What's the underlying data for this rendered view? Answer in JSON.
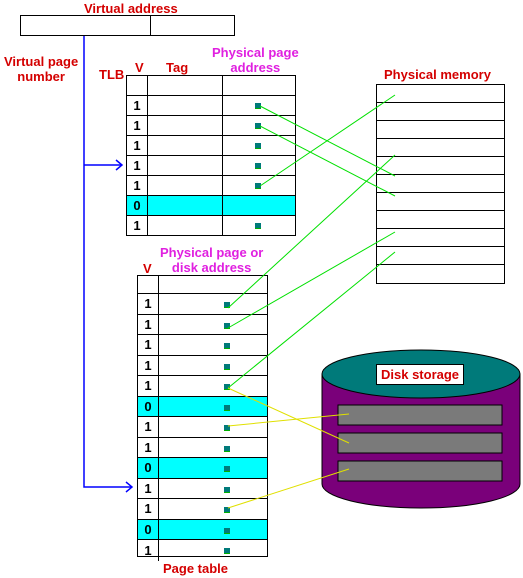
{
  "labels": {
    "virtual_address": "Virtual address",
    "virtual_page_number": "Virtual page\nnumber",
    "tlb": "TLB",
    "tlb_v": "V",
    "tlb_tag": "Tag",
    "tlb_phys": "Physical page\naddress",
    "physical_memory": "Physical memory",
    "pt_header": "Physical page or\ndisk address",
    "pt_v": "V",
    "page_table": "Page table",
    "disk_storage": "Disk storage"
  },
  "tlb_rows": [
    {
      "v": "1",
      "pointer": true
    },
    {
      "v": "1",
      "pointer": true
    },
    {
      "v": "1",
      "pointer": true
    },
    {
      "v": "1",
      "pointer": true
    },
    {
      "v": "1",
      "pointer": true
    },
    {
      "v": "0",
      "pointer": false
    },
    {
      "v": "1",
      "pointer": true
    }
  ],
  "page_table_rows": [
    {
      "v": "1"
    },
    {
      "v": "1"
    },
    {
      "v": "1"
    },
    {
      "v": "1"
    },
    {
      "v": "1"
    },
    {
      "v": "0"
    },
    {
      "v": "1"
    },
    {
      "v": "1"
    },
    {
      "v": "0"
    },
    {
      "v": "1"
    },
    {
      "v": "1"
    },
    {
      "v": "0"
    },
    {
      "v": "1"
    }
  ],
  "physical_memory_slots": 11,
  "disk_blocks": 3,
  "colors": {
    "invalid_row": "#00ffff",
    "arrow_blue": "#0000ff",
    "link_green": "#00e000",
    "link_yellow": "#e0e000",
    "disk_body": "#7a007a",
    "disk_top": "#007a7a",
    "disk_block": "#7a7a7a"
  }
}
